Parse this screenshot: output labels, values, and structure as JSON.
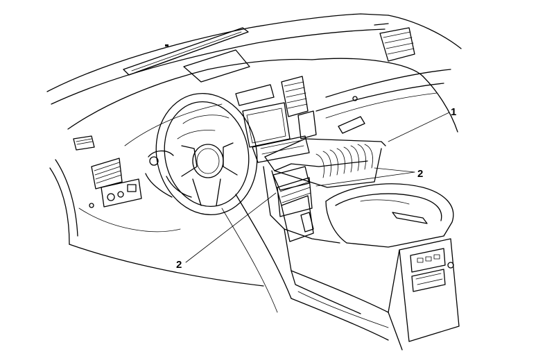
{
  "callouts": [
    {
      "id": "c1",
      "label": "1"
    },
    {
      "id": "c2-right",
      "label": "2"
    },
    {
      "id": "c2-left",
      "label": "2"
    }
  ],
  "colors": {
    "ink": "#000000",
    "paper": "#ffffff"
  }
}
